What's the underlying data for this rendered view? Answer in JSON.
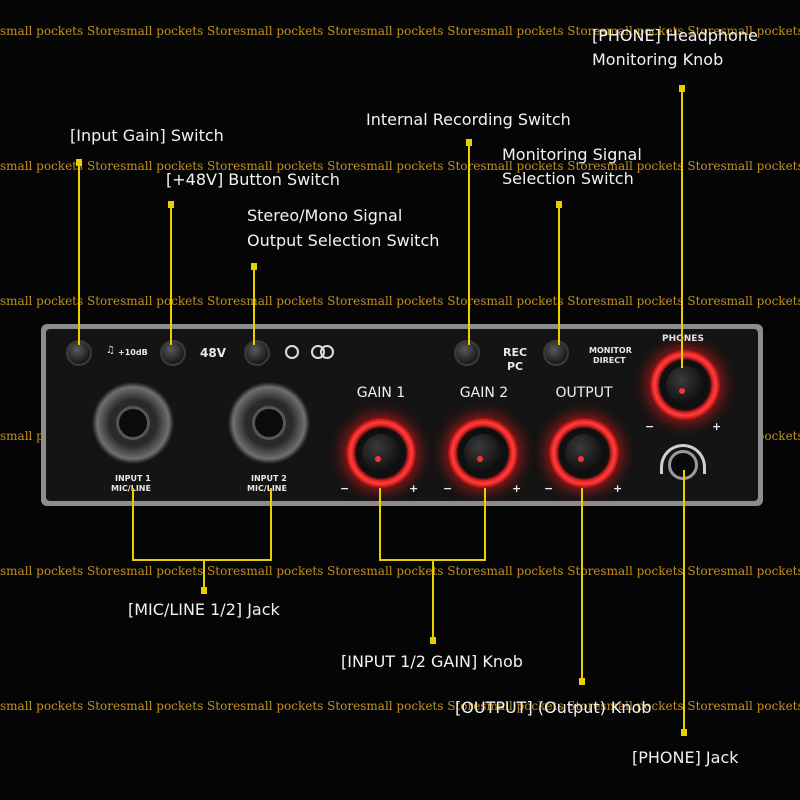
{
  "watermark": "small pockets Storesmall pockets Storesmall pockets Storesmall pockets Storesmall pockets Storesmall pockets Storesmall pockets Storesmall pockets Store",
  "callouts": {
    "phone_knob_line1": "[PHONE] Headphone",
    "phone_knob_line2": "Monitoring Knob",
    "internal_recording": "Internal Recording Switch",
    "input_gain": "[Input Gain] Switch",
    "plus48v": "[+48V] Button Switch",
    "monitor_line1": "Monitoring Signal",
    "monitor_line2": "Selection Switch",
    "stereo_line1": "Stereo/Mono Signal",
    "stereo_line2": "Output Selection Switch",
    "micline": "[MIC/LINE 1/2] Jack",
    "input_gain_knob": "[INPUT 1/2 GAIN] Knob",
    "output_knob": "[OUTPUT] (Output) Knob",
    "phone_jack": "[PHONE] Jack"
  },
  "panel": {
    "pad_label": "+10dB",
    "v48_label": "48V",
    "rec_label": "REC",
    "pc_label": "PC",
    "monitor_label1": "MONITOR",
    "monitor_label2": "DIRECT",
    "phones_label": "PHONES",
    "input1_line1": "INPUT 1",
    "input1_line2": "MIC/LINE",
    "input2_line1": "INPUT 2",
    "input2_line2": "MIC/LINE",
    "gain1": "GAIN 1",
    "gain2": "GAIN 2",
    "output": "OUTPUT",
    "minus": "−",
    "plus": "+"
  },
  "colors": {
    "accent_line": "#e8d000",
    "knob_ring": "#ff2a2a",
    "watermark": "#d6a020"
  }
}
